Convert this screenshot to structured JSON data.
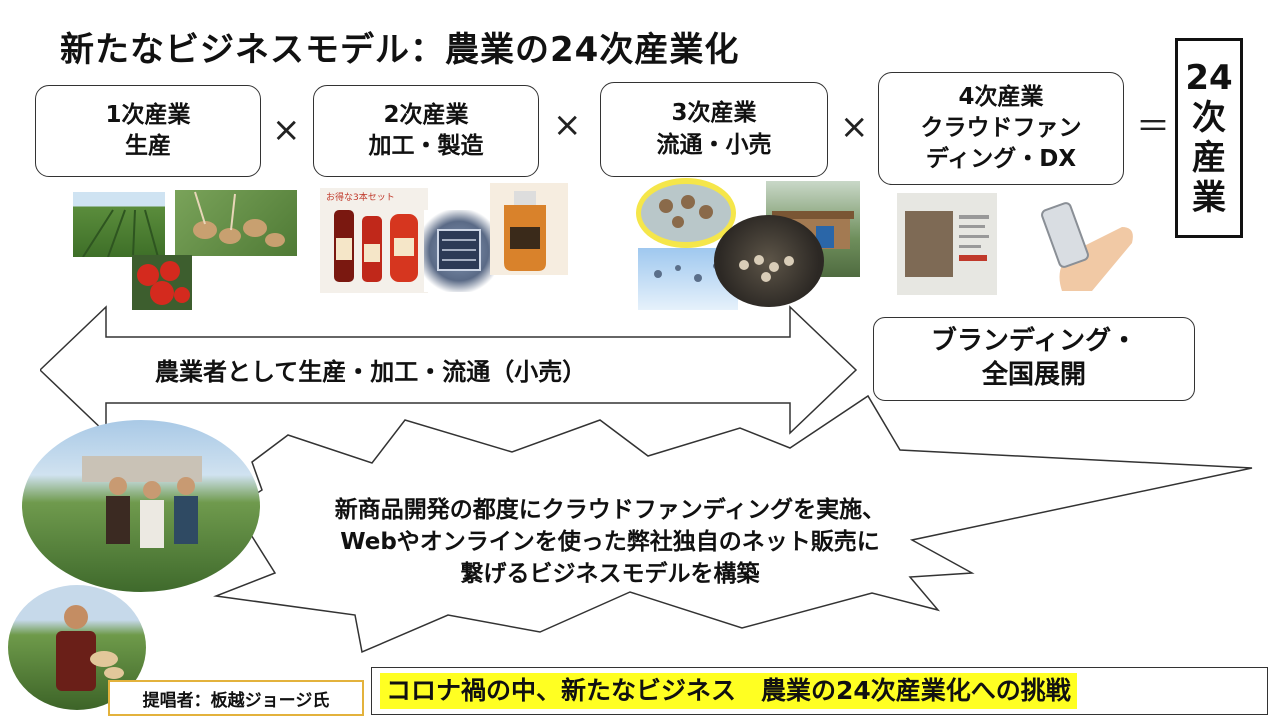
{
  "title": "新たなビジネスモデル：農業の24次産業化",
  "stages": [
    {
      "line1": "1次産業",
      "line2": "生産"
    },
    {
      "line1": "2次産業",
      "line2": "加工・製造"
    },
    {
      "line1": "3次産業",
      "line2": "流通・小売"
    },
    {
      "line1": "4次産業",
      "line2": "クラウドファン",
      "line3": "ディング・DX"
    }
  ],
  "operators": {
    "times": "×",
    "equals": "＝"
  },
  "result": {
    "chars": [
      "24",
      "次",
      "産",
      "業"
    ]
  },
  "arrow": {
    "label": "農業者として生産・加工・流通（小売）"
  },
  "branding": {
    "line1": "ブランディング・",
    "line2": "全国展開"
  },
  "burst": {
    "line1": "新商品開発の都度にクラウドファンディングを実施、",
    "line2": "Webやオンラインを使った弊社独自のネット販売に",
    "line3": "繋げるビジネスモデルを構築"
  },
  "proposer": "提唱者：板越ジョージ氏",
  "bottom_banner": "コロナ禍の中、新たなビジネス　農業の24次産業化への挑戦",
  "product_photo_text": "お得な3本セット"
}
